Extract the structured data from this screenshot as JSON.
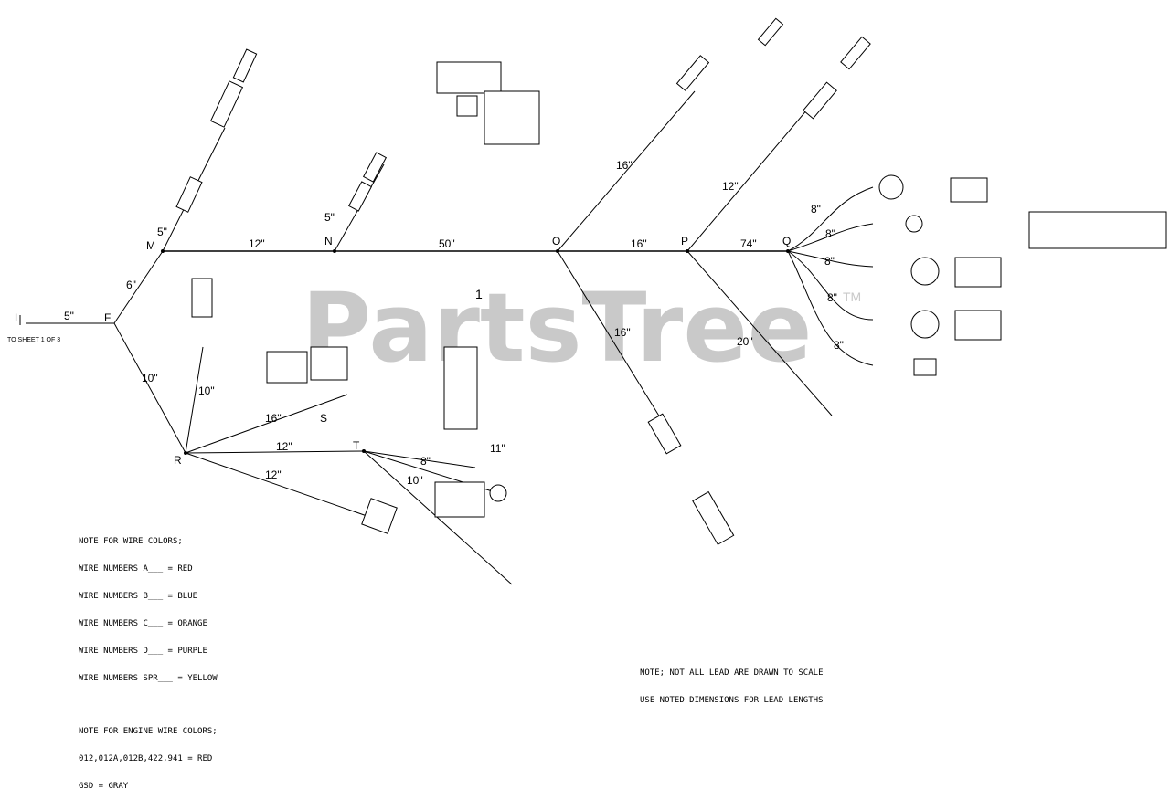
{
  "watermark": "PartsTree",
  "trademark": "TM",
  "callout_number": "1",
  "sheet_ref": "TO SHEET 1 OF 3",
  "node_labels": {
    "L": "L",
    "F": "F",
    "M": "M",
    "N": "N",
    "O": "O",
    "P": "P",
    "Q": "Q",
    "R": "R",
    "T": "T",
    "S": "S"
  },
  "dimensions": {
    "L_F": "5\"",
    "F_M": "6\"",
    "F_R": "10\"",
    "M_N": "12\"",
    "M_branch": "5\"",
    "N_O": "50\"",
    "N_branch": "5\"",
    "O_P": "16\"",
    "O_up": "16\"",
    "O_down": "16\"",
    "P_Q": "74\"",
    "P_up": "12\"",
    "P_down": "20\"",
    "R_up": "10\"",
    "R_mid": "16\"",
    "R_T": "12\"",
    "R_down": "12\"",
    "T_a": "8\"",
    "T_b": "11\"",
    "T_c": "10\"",
    "Q_1": "8\"",
    "Q_2": "8\"",
    "Q_3": "8\"",
    "Q_4": "8\"",
    "Q_5": "8\""
  },
  "notes": {
    "wire_colors": [
      "NOTE FOR WIRE COLORS;",
      "WIRE NUMBERS A___ = RED",
      "WIRE NUMBERS B___ = BLUE",
      "WIRE NUMBERS C___ = ORANGE",
      "WIRE NUMBERS D___ = PURPLE",
      "WIRE NUMBERS SPR___ = YELLOW"
    ],
    "engine_colors": [
      "NOTE FOR ENGINE WIRE COLORS;",
      "012,012A,012B,422,941 = RED",
      "GSD = GRAY"
    ],
    "scale": [
      "NOTE; NOT ALL LEAD ARE DRAWN TO SCALE",
      "USE NOTED DIMENSIONS FOR LEAD LENGTHS"
    ]
  }
}
